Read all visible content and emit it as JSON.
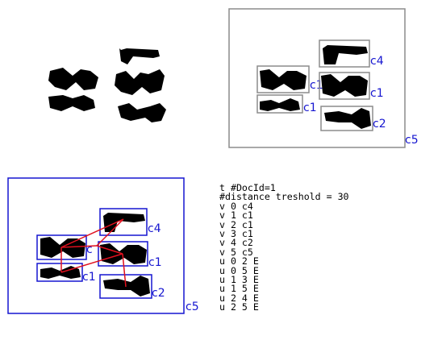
{
  "labels": {
    "c1": "c1",
    "c2": "c2",
    "c4": "c4",
    "c5": "c5",
    "c_truncated": "c"
  },
  "graph_text": [
    "t #DocId=1",
    "#distance treshold = 30",
    "v 0 c4",
    "v 1 c1",
    "v 2 c1",
    "v 3 c1",
    "v 4 c2",
    "v 5 c5",
    "u 0 2 E",
    "u 0 5 E",
    "u 1 3 E",
    "u 1 5 E",
    "u 2 4 E",
    "u 2 5 E"
  ],
  "colors": {
    "ink": "#000000",
    "box_gray": "#8c8c8c",
    "box_blue": "#1515d0",
    "edge_red": "#e0101e",
    "frame_gray": "#8c8c8c"
  }
}
